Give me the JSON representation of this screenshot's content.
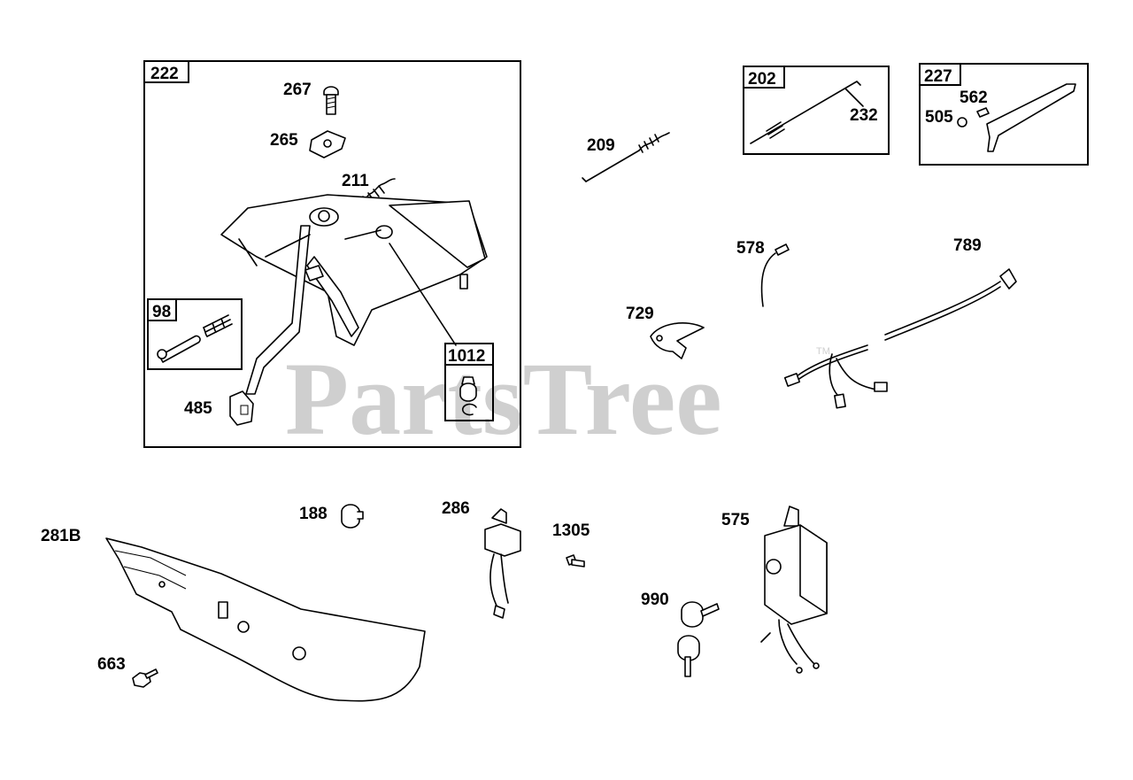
{
  "watermark": {
    "text": "PartsTree",
    "trademark": "TM"
  },
  "group_boxes": [
    {
      "id": "222",
      "label": "222"
    },
    {
      "id": "98",
      "label": "98"
    },
    {
      "id": "1012",
      "label": "1012"
    },
    {
      "id": "202",
      "label": "202"
    },
    {
      "id": "227",
      "label": "227"
    }
  ],
  "part_labels": {
    "p267": "267",
    "p265": "265",
    "p211": "211",
    "p485": "485",
    "p209": "209",
    "p232": "232",
    "p562": "562",
    "p505": "505",
    "p578": "578",
    "p789": "789",
    "p729": "729",
    "p188": "188",
    "p281B": "281B",
    "p663": "663",
    "p286": "286",
    "p1305": "1305",
    "p990": "990",
    "p575": "575"
  }
}
